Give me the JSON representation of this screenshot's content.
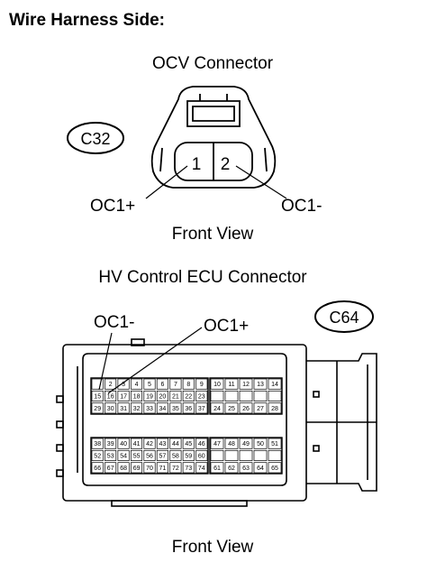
{
  "title": "Wire Harness Side:",
  "ocv": {
    "heading": "OCV Connector",
    "code": "C32",
    "pins": [
      "1",
      "2"
    ],
    "left_label": "OC1+",
    "right_label": "OC1-",
    "view": "Front View"
  },
  "ecu": {
    "heading": "HV Control ECU Connector",
    "code": "C64",
    "label_minus": "OC1-",
    "label_plus": "OC1+",
    "view": "Front View",
    "grid1": [
      [
        "",
        "2",
        "3",
        "4",
        "5",
        "6",
        "7",
        "8",
        "9"
      ],
      [
        "15",
        "16",
        "17",
        "18",
        "19",
        "20",
        "21",
        "22",
        "23"
      ],
      [
        "29",
        "30",
        "31",
        "32",
        "33",
        "34",
        "35",
        "36",
        "37"
      ]
    ],
    "grid2": [
      [
        "10",
        "11",
        "12",
        "13",
        "14"
      ],
      [
        "",
        "",
        "",
        "",
        ""
      ],
      [
        "24",
        "25",
        "26",
        "27",
        "28"
      ]
    ],
    "grid3": [
      [
        "38",
        "39",
        "40",
        "41",
        "42",
        "43",
        "44",
        "45",
        "46"
      ],
      [
        "52",
        "53",
        "54",
        "55",
        "56",
        "57",
        "58",
        "59",
        "60"
      ],
      [
        "66",
        "67",
        "68",
        "69",
        "70",
        "71",
        "72",
        "73",
        "74"
      ]
    ],
    "grid4": [
      [
        "47",
        "48",
        "49",
        "50",
        "51"
      ],
      [
        "",
        "",
        "",
        "",
        ""
      ],
      [
        "61",
        "62",
        "63",
        "64",
        "65"
      ]
    ]
  }
}
